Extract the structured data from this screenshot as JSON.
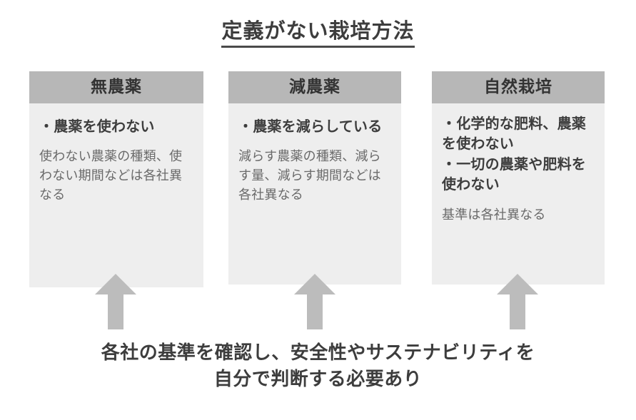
{
  "title": "定義がない栽培方法",
  "colors": {
    "header_bar": "#b7b7b7",
    "panel_body": "#eeeeee",
    "arrow": "#bcbcbc",
    "heading_text": "#3d3d3d",
    "note_text": "#6a6a6a",
    "background": "#ffffff"
  },
  "columns": [
    {
      "header": "無農薬",
      "bullets": [
        "・農薬を使わない"
      ],
      "note": "使わない農薬の種類、使わない期間などは各社異なる",
      "arrow": "up-arrow-icon"
    },
    {
      "header": "減農薬",
      "bullets": [
        "・農薬を減らしている"
      ],
      "note": "減らす農薬の種類、減らす量、減らす期間などは各社異なる",
      "arrow": "up-arrow-icon"
    },
    {
      "header": "自然栽培",
      "bullets": [
        "・化学的な肥料、農薬を使わない",
        "・一切の農薬や肥料を使わない"
      ],
      "note": "基準は各社異なる",
      "arrow": "up-arrow-icon"
    }
  ],
  "footer": {
    "line1": "各社の基準を確認し、安全性やサステナビリティを",
    "line2": "自分で判断する必要あり"
  }
}
